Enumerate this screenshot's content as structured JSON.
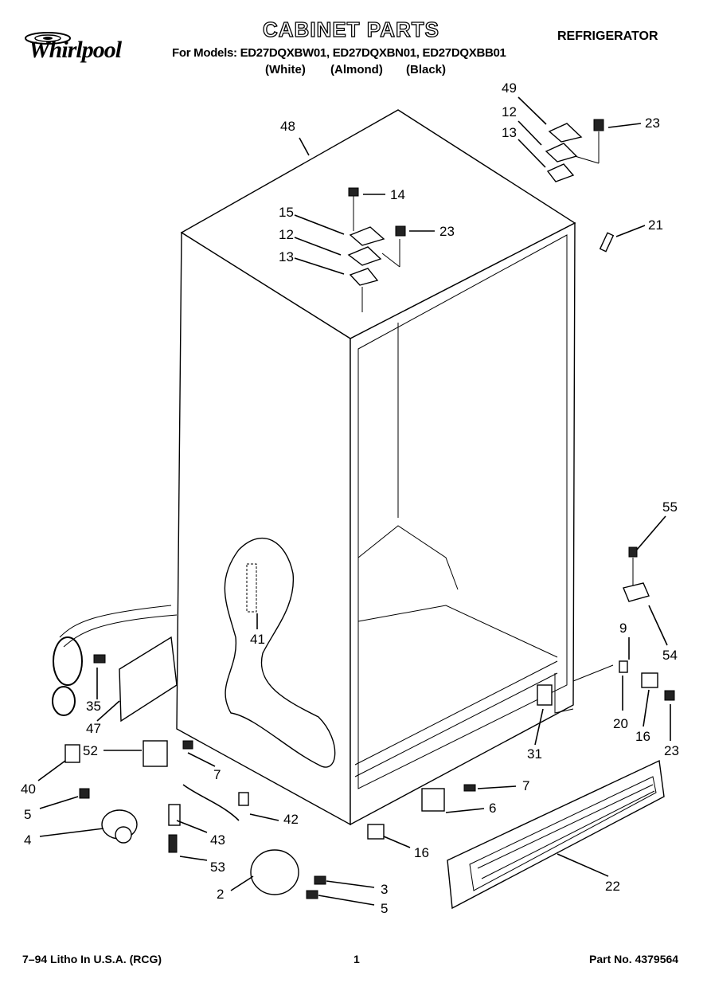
{
  "header": {
    "brand": "Whirlpool",
    "title": "CABINET PARTS",
    "category": "REFRIGERATOR",
    "models": "For Models: ED27DQXBW01, ED27DQXBN01, ED27DQXBB01",
    "colors": [
      "(White)",
      "(Almond)",
      "(Black)"
    ]
  },
  "diagram": {
    "callouts": [
      {
        "id": "48",
        "text": "48"
      },
      {
        "id": "49",
        "text": "49"
      },
      {
        "id": "12a",
        "text": "12"
      },
      {
        "id": "13a",
        "text": "13"
      },
      {
        "id": "23a",
        "text": "23"
      },
      {
        "id": "14",
        "text": "14"
      },
      {
        "id": "15",
        "text": "15"
      },
      {
        "id": "12b",
        "text": "12"
      },
      {
        "id": "13b",
        "text": "13"
      },
      {
        "id": "23b",
        "text": "23"
      },
      {
        "id": "21",
        "text": "21"
      },
      {
        "id": "55",
        "text": "55"
      },
      {
        "id": "54",
        "text": "54"
      },
      {
        "id": "9",
        "text": "9"
      },
      {
        "id": "41",
        "text": "41"
      },
      {
        "id": "35",
        "text": "35"
      },
      {
        "id": "47",
        "text": "47"
      },
      {
        "id": "52",
        "text": "52"
      },
      {
        "id": "40",
        "text": "40"
      },
      {
        "id": "7a",
        "text": "7"
      },
      {
        "id": "5a",
        "text": "5"
      },
      {
        "id": "4",
        "text": "4"
      },
      {
        "id": "43",
        "text": "43"
      },
      {
        "id": "42",
        "text": "42"
      },
      {
        "id": "53",
        "text": "53"
      },
      {
        "id": "2",
        "text": "2"
      },
      {
        "id": "3",
        "text": "3"
      },
      {
        "id": "5b",
        "text": "5"
      },
      {
        "id": "7b",
        "text": "7"
      },
      {
        "id": "6",
        "text": "6"
      },
      {
        "id": "16a",
        "text": "16"
      },
      {
        "id": "31",
        "text": "31"
      },
      {
        "id": "20",
        "text": "20"
      },
      {
        "id": "16b",
        "text": "16"
      },
      {
        "id": "23c",
        "text": "23"
      },
      {
        "id": "22",
        "text": "22"
      }
    ]
  },
  "footer": {
    "left": "7–94 Litho In U.S.A. (RCG)",
    "page": "1",
    "part_number": "Part No. 4379564"
  }
}
